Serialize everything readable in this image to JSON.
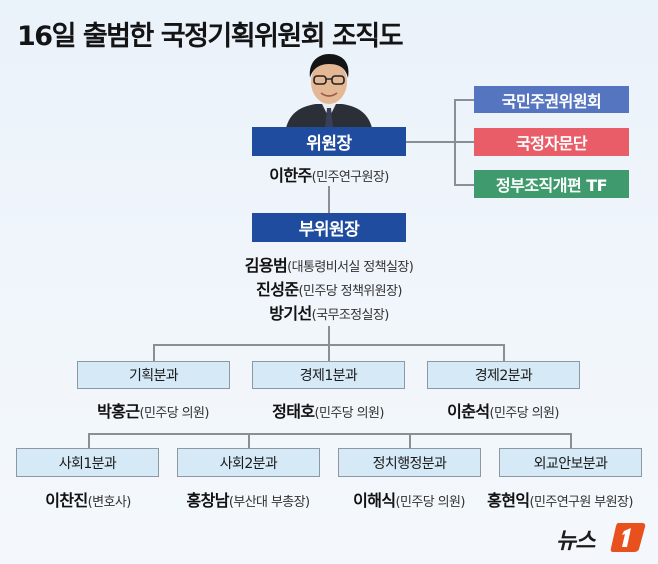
{
  "title": "16일 출범한 국정기획위원회 조직도",
  "colors": {
    "chair_box": "#1f4c9e",
    "side_blue": "#5575c1",
    "side_red": "#e85d68",
    "side_green": "#3f9a6e",
    "division_box": "#d5e9f7",
    "line": "#8a8f95",
    "logo_orange": "#e8501e"
  },
  "chair": {
    "label": "위원장",
    "photo": "chairperson-portrait",
    "person": {
      "name": "이한주",
      "role": "(민주연구원장)"
    }
  },
  "side_bodies": [
    {
      "label": "국민주권위원회",
      "color": "#5575c1"
    },
    {
      "label": "국정자문단",
      "color": "#e85d68"
    },
    {
      "label": "정부조직개편 TF",
      "color": "#3f9a6e"
    }
  ],
  "vice_chair": {
    "label": "부위원장",
    "people": [
      {
        "name": "김용범",
        "role": "(대통령비서실 정책실장)"
      },
      {
        "name": "진성준",
        "role": "(민주당 정책위원장)"
      },
      {
        "name": "방기선",
        "role": "(국무조정실장)"
      }
    ]
  },
  "divisions_row1": [
    {
      "label": "기획분과",
      "name": "박홍근",
      "role": "(민주당 의원)"
    },
    {
      "label": "경제1분과",
      "name": "정태호",
      "role": "(민주당 의원)"
    },
    {
      "label": "경제2분과",
      "name": "이춘석",
      "role": "(민주당 의원)"
    }
  ],
  "divisions_row2": [
    {
      "label": "사회1분과",
      "name": "이찬진",
      "role": "(변호사)"
    },
    {
      "label": "사회2분과",
      "name": "홍창남",
      "role": "(부산대 부총장)"
    },
    {
      "label": "정치행정분과",
      "name": "이해식",
      "role": "(민주당 의원)"
    },
    {
      "label": "외교안보분과",
      "name": "홍현익",
      "role": "(민주연구원 부원장)"
    }
  ],
  "logo": {
    "text": "뉴스",
    "mark": "1"
  }
}
